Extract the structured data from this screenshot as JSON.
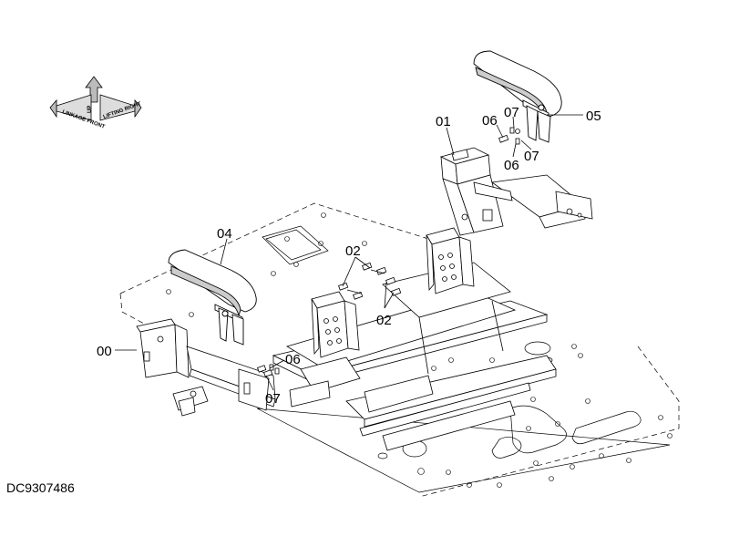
{
  "drawing_number": "DC9307486",
  "orientation_icon": {
    "left_label": "LINKAGE FRONT",
    "right_label": "LIFTING RIGHT",
    "top_label": "UP"
  },
  "callouts": {
    "c00": "00",
    "c01": "01",
    "c02a": "02",
    "c02b": "02",
    "c04": "04",
    "c05": "05",
    "c06a": "06",
    "c06b": "06",
    "c06c": "06",
    "c07a": "07",
    "c07b": "07",
    "c07c": "07"
  }
}
